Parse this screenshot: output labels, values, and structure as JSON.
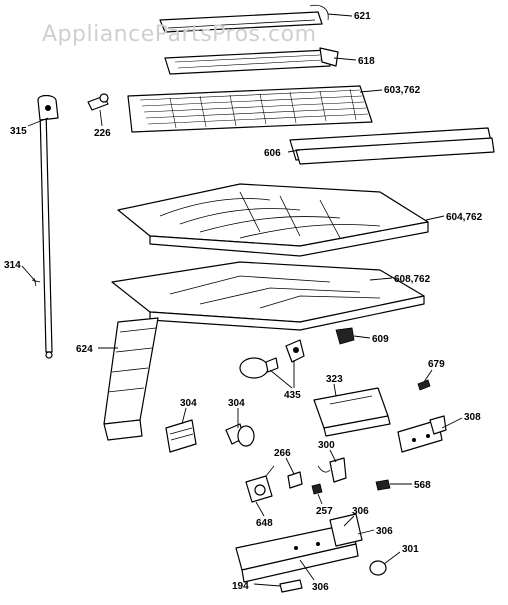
{
  "watermark": "AppliancePartsPros.com",
  "callouts": {
    "c621": "621",
    "c618": "618",
    "c315": "315",
    "c226": "226",
    "c603": "603,762",
    "c606": "606",
    "c604": "604,762",
    "c314": "314",
    "c608": "608,762",
    "c609": "609",
    "c624": "624",
    "c679": "679",
    "c323": "323",
    "c435": "435",
    "c304a": "304",
    "c304b": "304",
    "c308": "308",
    "c266": "266",
    "c300": "300",
    "c568": "568",
    "c257": "257",
    "c648": "648",
    "c306a": "306",
    "c306b": "306",
    "c306c": "306",
    "c301": "301",
    "c194": "194"
  }
}
